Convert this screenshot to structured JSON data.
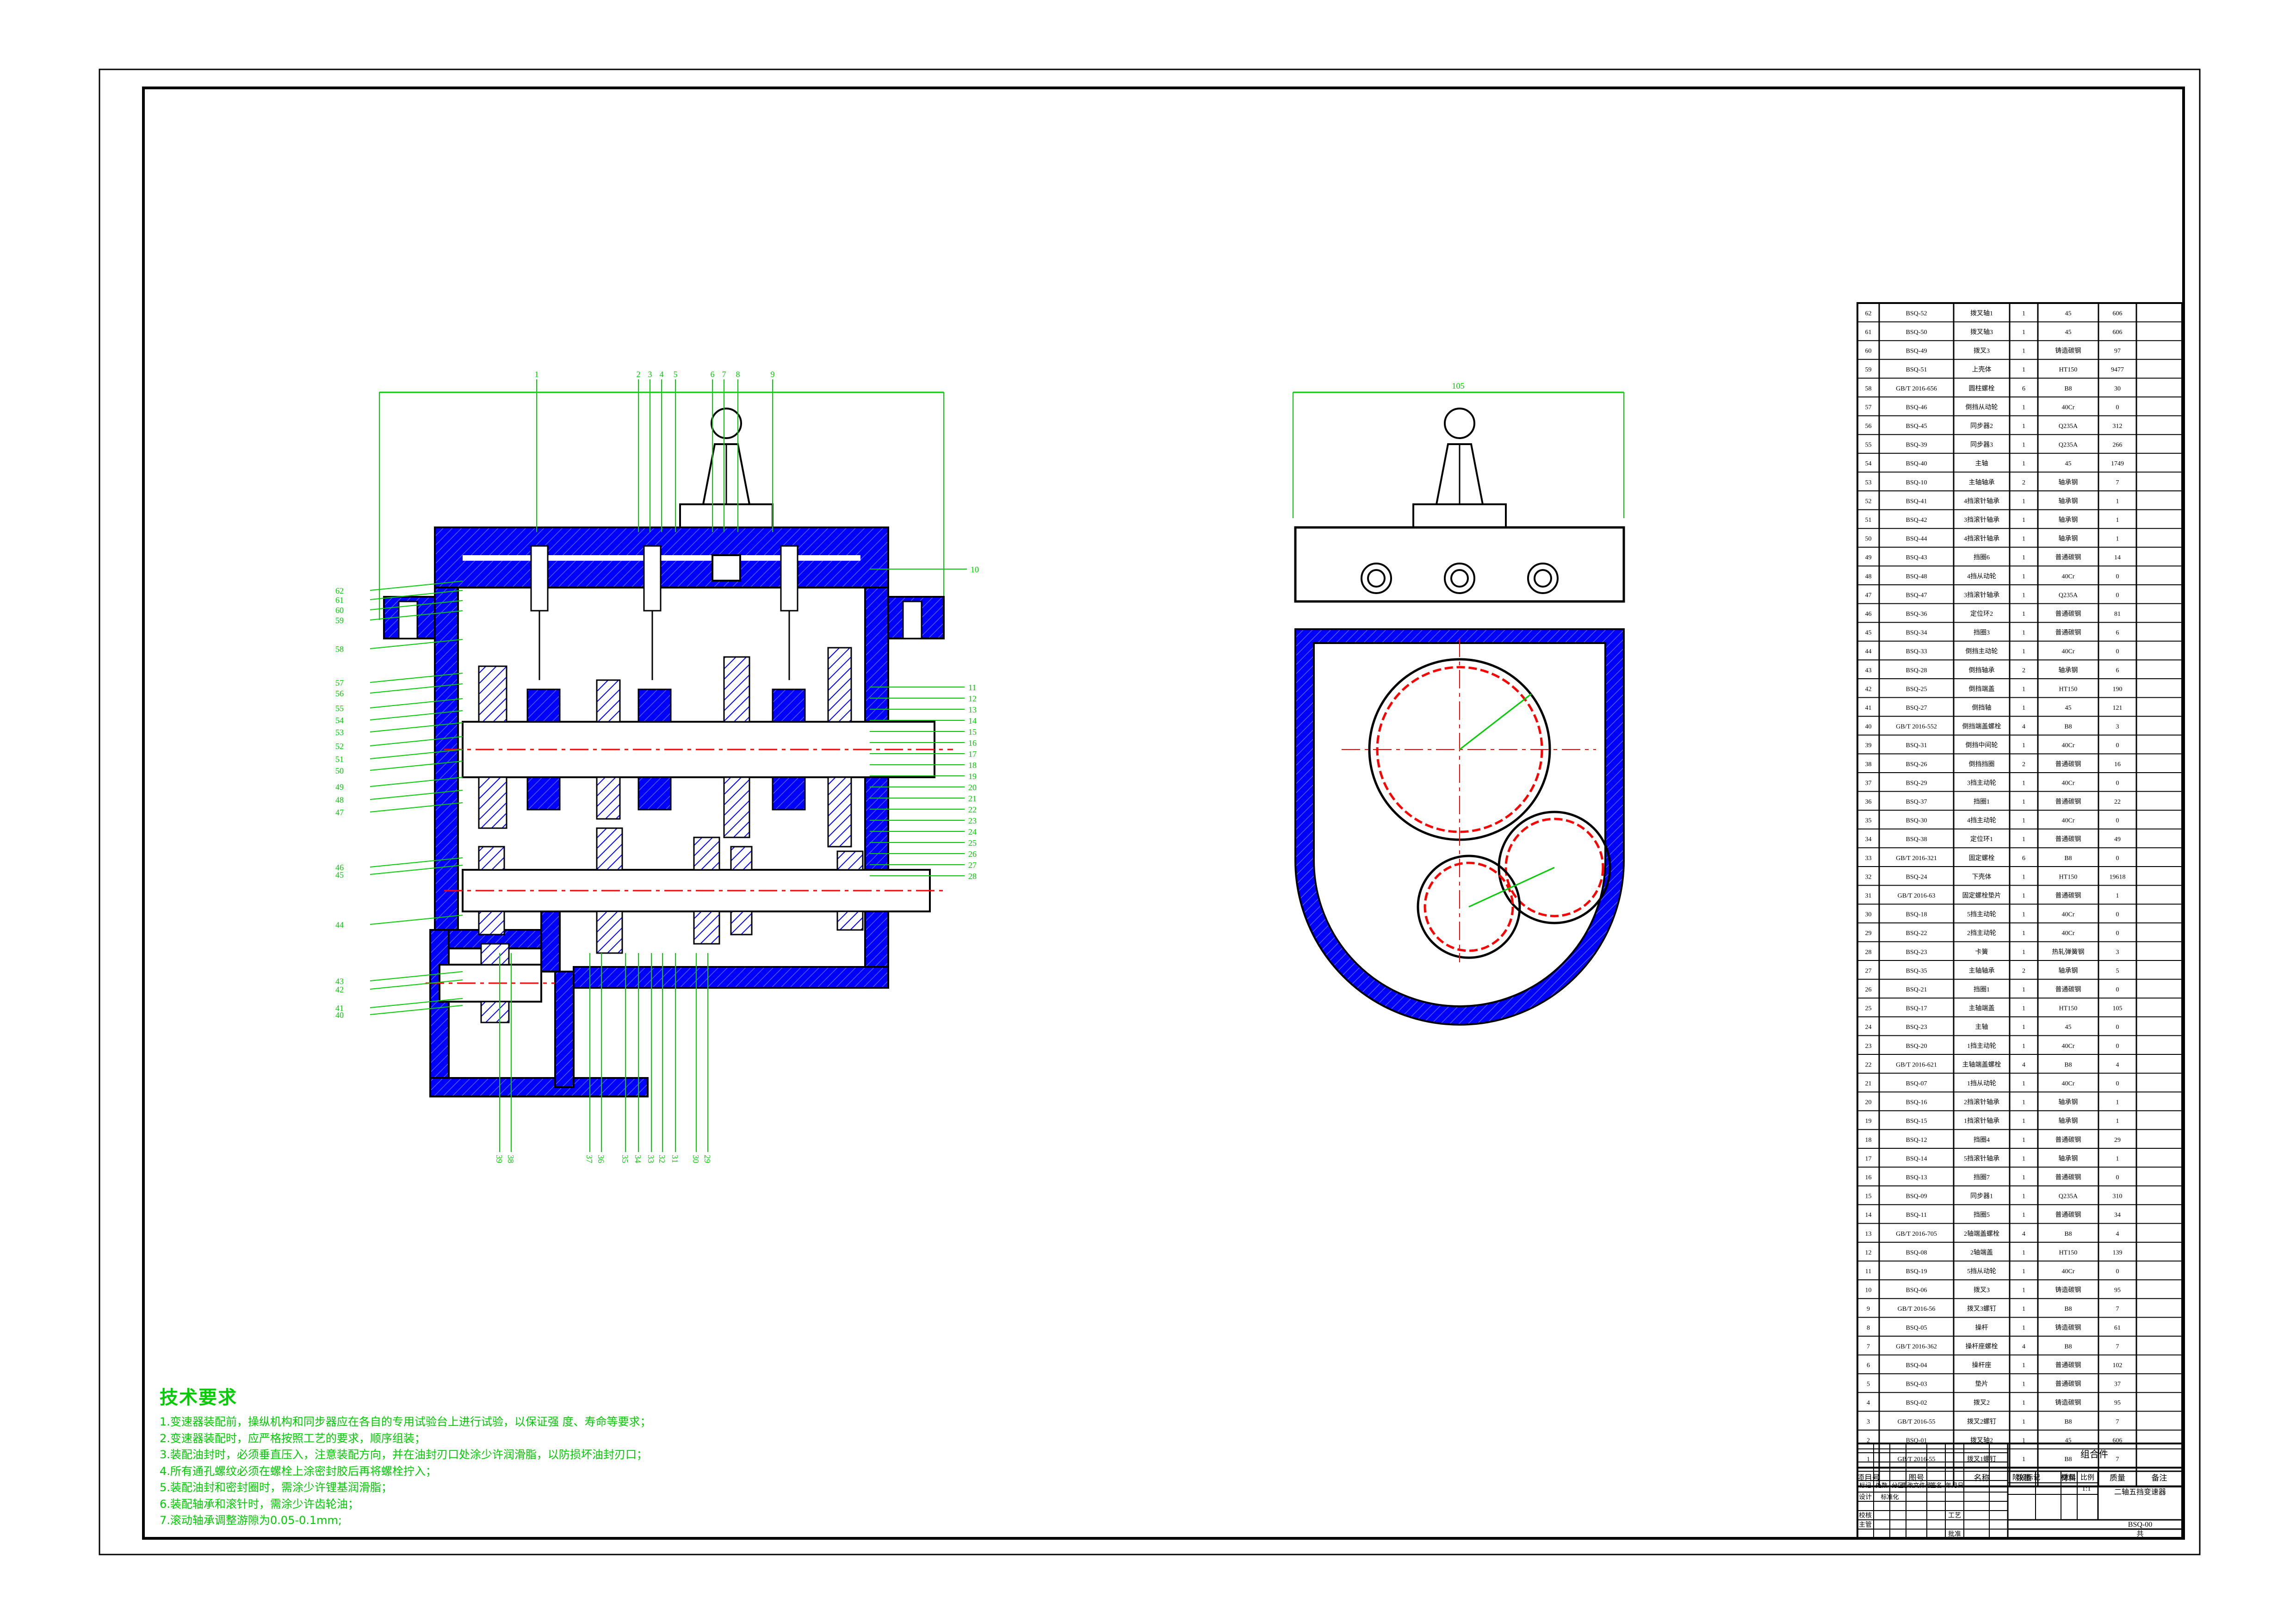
{
  "drawing": {
    "title": "二轴五挡变速器",
    "drawing_no": "BSQ-00",
    "scale": "1:1",
    "assembly_label": "组合件",
    "view_dimension": "105"
  },
  "tech_requirements": {
    "title": "技术要求",
    "items": [
      "1.变速器装配前，操纵机构和同步器应在各自的专用试验台上进行试验，以保证强 度、寿命等要求；",
      "2.变速器装配时，应严格按照工艺的要求，顺序组装；",
      "3.装配油封时，必须垂直压入，注意装配方向，并在油封刃口处涂少许润滑脂，以防损坏油封刃口；",
      "4.所有通孔螺纹必须在螺栓上涂密封胶后再将螺栓拧入；",
      "5.装配油封和密封圈时，需涂少许锂基润滑脂；",
      "6.装配轴承和滚针时，需涂少许齿轮油；",
      "7.滚动轴承调整游隙为0.05-0.1mm;"
    ]
  },
  "bom_header": [
    "项目号",
    "图号",
    "名称",
    "数量",
    "材料",
    "质量",
    "备注"
  ],
  "bom": [
    [
      "62",
      "BSQ-52",
      "拨叉轴1",
      "1",
      "45",
      "606",
      ""
    ],
    [
      "61",
      "BSQ-50",
      "拨叉轴3",
      "1",
      "45",
      "606",
      ""
    ],
    [
      "60",
      "BSQ-49",
      "拨叉3",
      "1",
      "铸造碳钢",
      "97",
      ""
    ],
    [
      "59",
      "BSQ-51",
      "上壳体",
      "1",
      "HT150",
      "9477",
      ""
    ],
    [
      "58",
      "GB/T 2016-656",
      "圆柱螺栓",
      "6",
      "B8",
      "30",
      ""
    ],
    [
      "57",
      "BSQ-46",
      "倒挡从动轮",
      "1",
      "40Cr",
      "0",
      ""
    ],
    [
      "56",
      "BSQ-45",
      "同步器2",
      "1",
      "Q235A",
      "312",
      ""
    ],
    [
      "55",
      "BSQ-39",
      "同步器3",
      "1",
      "Q235A",
      "266",
      ""
    ],
    [
      "54",
      "BSQ-40",
      "主轴",
      "1",
      "45",
      "1749",
      ""
    ],
    [
      "53",
      "BSQ-10",
      "主轴轴承",
      "2",
      "轴承钢",
      "7",
      ""
    ],
    [
      "52",
      "BSQ-41",
      "4挡滚针轴承",
      "1",
      "轴承钢",
      "1",
      ""
    ],
    [
      "51",
      "BSQ-42",
      "3挡滚针轴承",
      "1",
      "轴承钢",
      "1",
      ""
    ],
    [
      "50",
      "BSQ-44",
      "4挡滚针轴承",
      "1",
      "轴承钢",
      "1",
      ""
    ],
    [
      "49",
      "BSQ-43",
      "挡圈6",
      "1",
      "普通碳钢",
      "14",
      ""
    ],
    [
      "48",
      "BSQ-48",
      "4挡从动轮",
      "1",
      "40Cr",
      "0",
      ""
    ],
    [
      "47",
      "BSQ-47",
      "3挡滚针轴承",
      "1",
      "Q235A",
      "0",
      ""
    ],
    [
      "46",
      "BSQ-36",
      "定位环2",
      "1",
      "普通碳钢",
      "81",
      ""
    ],
    [
      "45",
      "BSQ-34",
      "挡圈3",
      "1",
      "普通碳钢",
      "6",
      ""
    ],
    [
      "44",
      "BSQ-33",
      "倒挡主动轮",
      "1",
      "40Cr",
      "0",
      ""
    ],
    [
      "43",
      "BSQ-28",
      "倒挡轴承",
      "2",
      "轴承钢",
      "6",
      ""
    ],
    [
      "42",
      "BSQ-25",
      "倒挡端盖",
      "1",
      "HT150",
      "190",
      ""
    ],
    [
      "41",
      "BSQ-27",
      "倒挡轴",
      "1",
      "45",
      "121",
      ""
    ],
    [
      "40",
      "GB/T 2016-552",
      "倒挡端盖螺栓",
      "4",
      "B8",
      "3",
      ""
    ],
    [
      "39",
      "BSQ-31",
      "倒挡中间轮",
      "1",
      "40Cr",
      "0",
      ""
    ],
    [
      "38",
      "BSQ-26",
      "倒挡挡圈",
      "2",
      "普通碳钢",
      "16",
      ""
    ],
    [
      "37",
      "BSQ-29",
      "3挡主动轮",
      "1",
      "40Cr",
      "0",
      ""
    ],
    [
      "36",
      "BSQ-37",
      "挡圈1",
      "1",
      "普通碳钢",
      "22",
      ""
    ],
    [
      "35",
      "BSQ-30",
      "4挡主动轮",
      "1",
      "40Cr",
      "0",
      ""
    ],
    [
      "34",
      "BSQ-38",
      "定位环1",
      "1",
      "普通碳钢",
      "49",
      ""
    ],
    [
      "33",
      "GB/T 2016-321",
      "固定螺栓",
      "6",
      "B8",
      "0",
      ""
    ],
    [
      "32",
      "BSQ-24",
      "下壳体",
      "1",
      "HT150",
      "19618",
      ""
    ],
    [
      "31",
      "GB/T 2016-63",
      "固定螺栓垫片",
      "1",
      "普通碳钢",
      "1",
      ""
    ],
    [
      "30",
      "BSQ-18",
      "5挡主动轮",
      "1",
      "40Cr",
      "0",
      ""
    ],
    [
      "29",
      "BSQ-22",
      "2挡主动轮",
      "1",
      "40Cr",
      "0",
      ""
    ],
    [
      "28",
      "BSQ-23",
      "卡簧",
      "1",
      "热轧弹簧钢",
      "3",
      ""
    ],
    [
      "27",
      "BSQ-35",
      "主轴轴承",
      "2",
      "轴承钢",
      "5",
      ""
    ],
    [
      "26",
      "BSQ-21",
      "挡圈1",
      "1",
      "普通碳钢",
      "0",
      ""
    ],
    [
      "25",
      "BSQ-17",
      "主轴端盖",
      "1",
      "HT150",
      "105",
      ""
    ],
    [
      "24",
      "BSQ-23",
      "主轴",
      "1",
      "45",
      "0",
      ""
    ],
    [
      "23",
      "BSQ-20",
      "1挡主动轮",
      "1",
      "40Cr",
      "0",
      ""
    ],
    [
      "22",
      "GB/T 2016-621",
      "主轴端盖螺栓",
      "4",
      "B8",
      "4",
      ""
    ],
    [
      "21",
      "BSQ-07",
      "1挡从动轮",
      "1",
      "40Cr",
      "0",
      ""
    ],
    [
      "20",
      "BSQ-16",
      "2挡滚针轴承",
      "1",
      "轴承钢",
      "1",
      ""
    ],
    [
      "19",
      "BSQ-15",
      "1挡滚针轴承",
      "1",
      "轴承钢",
      "1",
      ""
    ],
    [
      "18",
      "BSQ-12",
      "挡圈4",
      "1",
      "普通碳钢",
      "29",
      ""
    ],
    [
      "17",
      "BSQ-14",
      "5挡滚针轴承",
      "1",
      "轴承钢",
      "1",
      ""
    ],
    [
      "16",
      "BSQ-13",
      "挡圈7",
      "1",
      "普通碳钢",
      "0",
      ""
    ],
    [
      "15",
      "BSQ-09",
      "同步器1",
      "1",
      "Q235A",
      "310",
      ""
    ],
    [
      "14",
      "BSQ-11",
      "挡圈5",
      "1",
      "普通碳钢",
      "34",
      ""
    ],
    [
      "13",
      "GB/T 2016-705",
      "2轴端盖螺栓",
      "4",
      "B8",
      "4",
      ""
    ],
    [
      "12",
      "BSQ-08",
      "2轴端盖",
      "1",
      "HT150",
      "139",
      ""
    ],
    [
      "11",
      "BSQ-19",
      "5挡从动轮",
      "1",
      "40Cr",
      "0",
      ""
    ],
    [
      "10",
      "BSQ-06",
      "拨叉3",
      "1",
      "铸造碳钢",
      "95",
      ""
    ],
    [
      "9",
      "GB/T 2016-56",
      "拨叉3螺钉",
      "1",
      "B8",
      "7",
      ""
    ],
    [
      "8",
      "BSQ-05",
      "操杆",
      "1",
      "铸造碳钢",
      "61",
      ""
    ],
    [
      "7",
      "GB/T 2016-362",
      "操杆座螺栓",
      "4",
      "B8",
      "7",
      ""
    ],
    [
      "6",
      "BSQ-04",
      "操杆座",
      "1",
      "普通碳钢",
      "102",
      ""
    ],
    [
      "5",
      "BSQ-03",
      "垫片",
      "1",
      "普通碳钢",
      "37",
      ""
    ],
    [
      "4",
      "BSQ-02",
      "拨叉2",
      "1",
      "铸造碳钢",
      "95",
      ""
    ],
    [
      "3",
      "GB/T 2016-55",
      "拨叉2螺钉",
      "1",
      "B8",
      "7",
      ""
    ],
    [
      "2",
      "BSQ-01",
      "拨叉轴2",
      "1",
      "45",
      "606",
      ""
    ],
    [
      "1",
      "GB/T 2016-55",
      "拨叉1螺钉",
      "1",
      "B8",
      "7",
      ""
    ]
  ],
  "title_block": {
    "row_labels": [
      "标记",
      "处数",
      "分区",
      "更改文件号",
      "签名",
      "年月日"
    ],
    "design": "设计",
    "standardize": "标准化",
    "check": "校核",
    "process": "工艺",
    "supervise": "主管",
    "approve": "批准",
    "stage": "阶段标记",
    "weight": "重量",
    "scale_label": "比例",
    "sheet_note": "共"
  },
  "callouts": {
    "top": [
      "1",
      "2",
      "3",
      "4",
      "5",
      "6",
      "7",
      "8",
      "9"
    ],
    "right": [
      "10",
      "11",
      "12",
      "13",
      "14",
      "15",
      "16",
      "17",
      "18",
      "19",
      "20",
      "21",
      "22",
      "23",
      "24",
      "25",
      "26",
      "27",
      "28"
    ],
    "bottom": [
      "29",
      "30",
      "31",
      "32",
      "33",
      "34",
      "35",
      "36",
      "37",
      "38",
      "39"
    ],
    "left": [
      "40",
      "41",
      "42",
      "43",
      "44",
      "45",
      "46",
      "47",
      "48",
      "49",
      "50",
      "51",
      "52",
      "53",
      "54",
      "55",
      "56",
      "57",
      "58",
      "59",
      "60",
      "61",
      "62"
    ]
  },
  "colors": {
    "line": "#000000",
    "section": "#0000ff",
    "leader": "#00cc00",
    "center": "#ff0000",
    "frame": "#000000"
  }
}
